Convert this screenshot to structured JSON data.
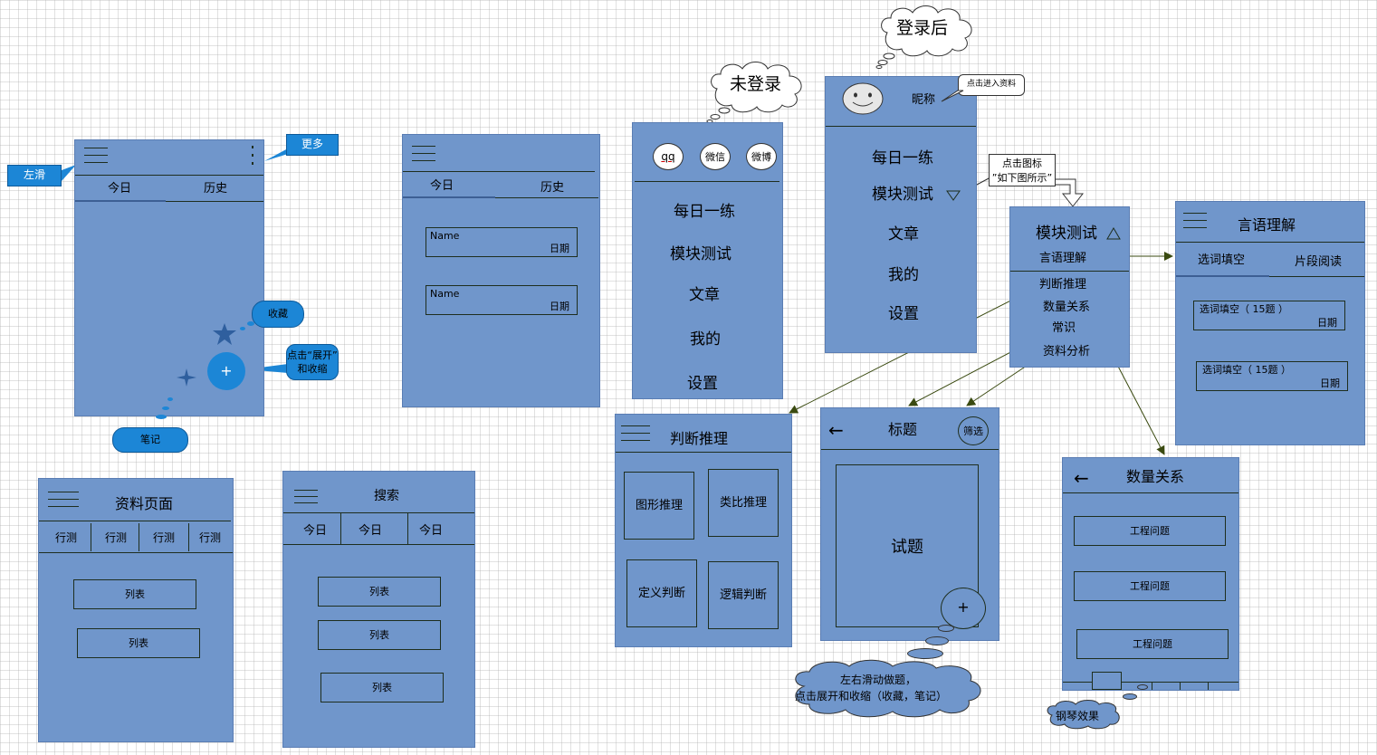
{
  "screen1": {
    "tabs": [
      "今日",
      "历史"
    ],
    "callout_left": "左滑",
    "callout_more": "更多",
    "cloud_fav": "收藏",
    "callout_expand": "点击“展开”\n和收缩",
    "expand_glyph": "+",
    "cloud_note": "笔记"
  },
  "screen2": {
    "tabs": [
      "今日",
      "历史"
    ],
    "items": [
      {
        "name": "Name",
        "date": "日期"
      },
      {
        "name": "Name",
        "date": "日期"
      }
    ]
  },
  "screen3": {
    "cloud_title": "未登录",
    "logins": [
      "qq",
      "微信",
      "微博"
    ],
    "menu": [
      "每日一练",
      "模块测试",
      "文章",
      "我的",
      "设置"
    ]
  },
  "screen4": {
    "cloud_title": "登录后",
    "nickname": "昵称",
    "note_profile": "点击进入资料",
    "menu": [
      "每日一练",
      "模块测试",
      "文章",
      "我的",
      "设置"
    ],
    "note_icon_line1": "点击图标",
    "note_icon_line2": "”如下图所示”"
  },
  "submenu": {
    "title": "模块测试",
    "items": [
      "言语理解",
      "判断推理",
      "数量关系",
      "常识",
      "资料分析"
    ]
  },
  "language": {
    "title": "言语理解",
    "tabs": [
      "选词填空",
      "片段阅读"
    ],
    "items": [
      {
        "name": "选词填空（ 15题 ）",
        "date": "日期"
      },
      {
        "name": "选词填空（ 15题 ）",
        "date": "日期"
      }
    ]
  },
  "judge": {
    "title": "判断推理",
    "cells": [
      "图形推理",
      "类比推理",
      "定义判断",
      "逻辑判断"
    ]
  },
  "question": {
    "back_glyph": "←",
    "title": "标题",
    "filter": "筛选",
    "body": "试题",
    "plus": "+",
    "cloud_line1": "左右滑动做题，",
    "cloud_line2": "点击展开和收缩（收藏，笔记）"
  },
  "quantity": {
    "back_glyph": "←",
    "title": "数量关系",
    "items": [
      "工程问题",
      "工程问题",
      "工程问题"
    ],
    "cloud_piano": "钢琴效果"
  },
  "material": {
    "title": "资料页面",
    "tabs": [
      "行测",
      "行测",
      "行测",
      "行测"
    ],
    "lists": [
      "列表",
      "列表"
    ]
  },
  "search": {
    "title": "搜索",
    "tabs": [
      "今日",
      "今日",
      "今日"
    ],
    "lists": [
      "列表",
      "列表",
      "列表"
    ]
  },
  "colors": {
    "screen": "#7096cb",
    "callout": "#1c86d6",
    "line": "#1e2e1e",
    "arrow": "#3a4a10"
  },
  "icons": [
    "hamburger-icon",
    "more-vertical-icon",
    "star-icon",
    "sparkle-icon",
    "plus-icon",
    "smiley-icon",
    "triangle-down-icon",
    "triangle-up-icon",
    "back-arrow-icon"
  ]
}
